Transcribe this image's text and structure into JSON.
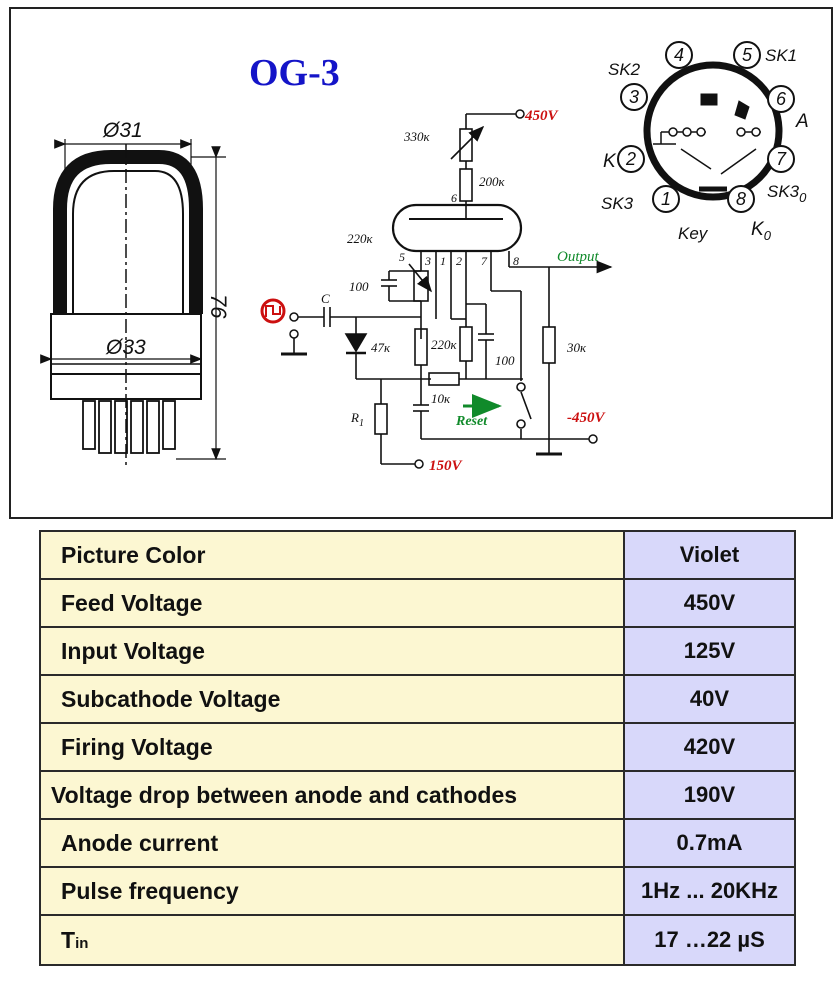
{
  "title": "OG-3",
  "drawing": {
    "dim_top": "Ø31",
    "dim_base": "Ø33",
    "dim_height": "76"
  },
  "circuit": {
    "v_feed": "450V",
    "v_neg": "-450V",
    "v_bias": "150V",
    "output": "Output",
    "reset": "Reset",
    "r_330": "330к",
    "r_200": "200к",
    "r_220a": "220к",
    "c_100a": "100",
    "c_label": "C",
    "d_47": "47к",
    "r_220b": "220к",
    "c_100b": "100",
    "r_30": "30к",
    "r_10": "10к",
    "r1": "R",
    "r1_sub": "1",
    "pins": [
      "6",
      "5",
      "3",
      "1",
      "2",
      "7",
      "8"
    ]
  },
  "pinout": {
    "pins": [
      "1",
      "2",
      "3",
      "4",
      "5",
      "6",
      "7",
      "8"
    ],
    "sk1": "SK1",
    "sk2": "SK2",
    "sk3": "SK3",
    "sk30": "SK3",
    "sk30_sub": "0",
    "k": "K",
    "a": "A",
    "k0": "K",
    "k0_sub": "0",
    "key": "Key"
  },
  "specs": {
    "rows": [
      {
        "label": "Picture Color",
        "value": "Violet"
      },
      {
        "label": "Feed Voltage",
        "value": "450V"
      },
      {
        "label": "Input Voltage",
        "value": "125V"
      },
      {
        "label": "Subcathode Voltage",
        "value": "40V"
      },
      {
        "label": "Firing Voltage",
        "value": "420V"
      },
      {
        "label": "Voltage drop between anode and cathodes",
        "value": "190V"
      },
      {
        "label": "Anode current",
        "value": "0.7mA"
      },
      {
        "label": "Pulse frequency",
        "value": "1Hz ... 20KHz"
      }
    ],
    "tin_label": "T",
    "tin_sub": "in",
    "tin_value": "17 …22 µS"
  },
  "colors": {
    "title": "#1414c8",
    "voltage": "#cc1010",
    "output": "#108a2a",
    "label_bg": "#fcf7d2",
    "value_bg": "#d8d8fa"
  }
}
